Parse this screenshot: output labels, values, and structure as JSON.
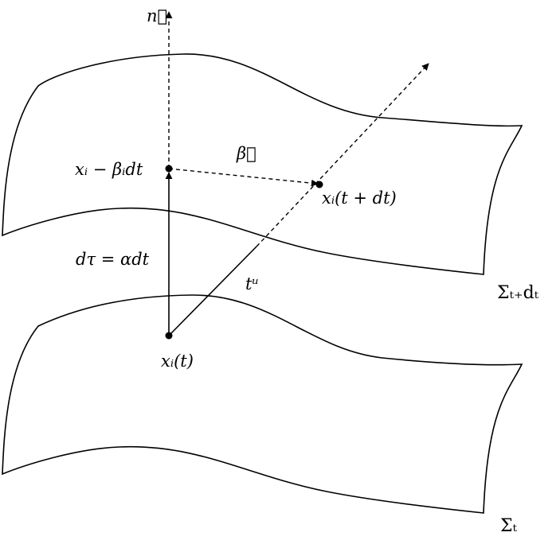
{
  "labels": {
    "normal_vector": "n⃗",
    "shift_vector": "β⃗",
    "shifted_point": "xᵢ − βᵢdt",
    "next_point": "xᵢ(t + dt)",
    "proper_time": "dτ = αdt",
    "time_vector": "tᵘ",
    "base_point": "xᵢ(t)",
    "surface_upper": "Σₜ₊dₜ",
    "surface_lower": "Σₜ"
  }
}
